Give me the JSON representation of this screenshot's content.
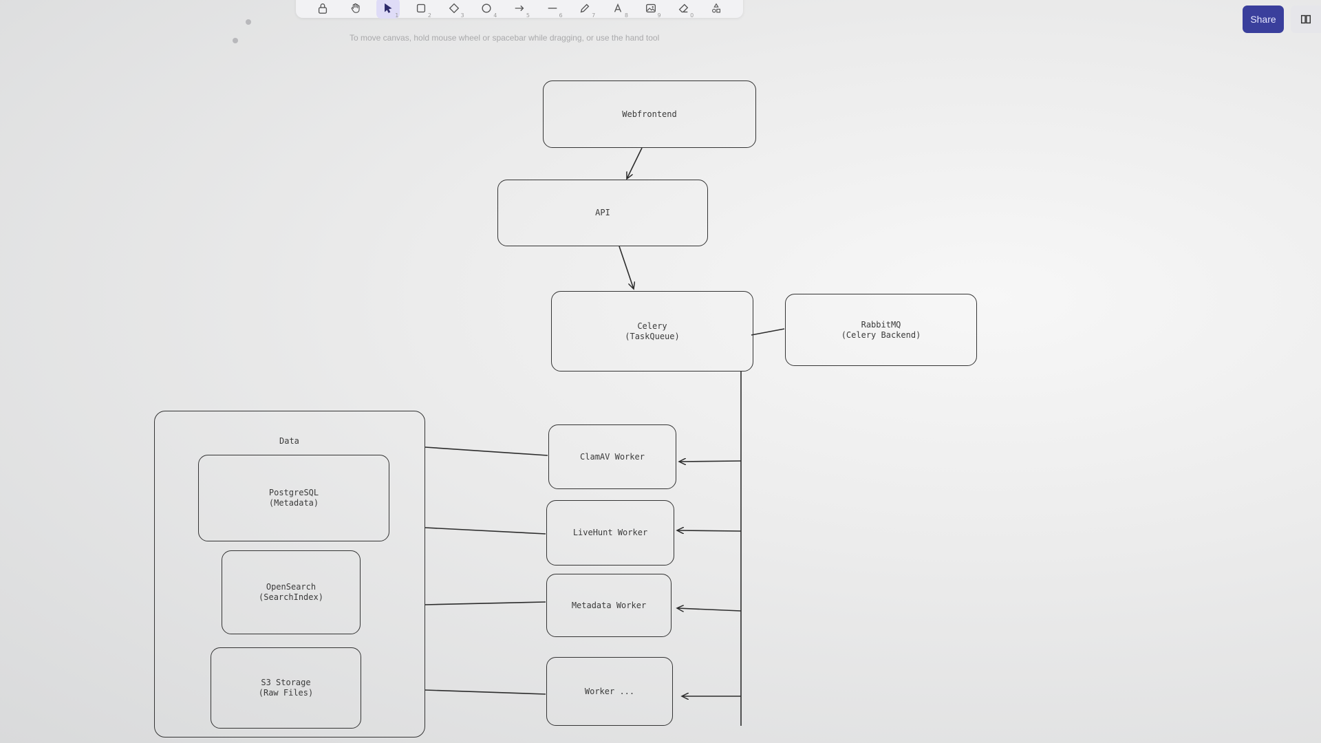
{
  "toolbar": {
    "tools": [
      {
        "name": "lock-tool",
        "key": ""
      },
      {
        "name": "hand-tool",
        "key": ""
      },
      {
        "name": "selection-tool",
        "key": "1"
      },
      {
        "name": "rectangle-tool",
        "key": "2"
      },
      {
        "name": "diamond-tool",
        "key": "3"
      },
      {
        "name": "ellipse-tool",
        "key": "4"
      },
      {
        "name": "arrow-tool",
        "key": "5"
      },
      {
        "name": "line-tool",
        "key": "6"
      },
      {
        "name": "draw-tool",
        "key": "7"
      },
      {
        "name": "text-tool",
        "key": "8"
      },
      {
        "name": "image-tool",
        "key": "9"
      },
      {
        "name": "eraser-tool",
        "key": "0"
      },
      {
        "name": "extra-tools",
        "key": ""
      }
    ],
    "active_tool": "selection-tool"
  },
  "hint": "To move canvas, hold mouse wheel or spacebar while dragging, or use the hand tool",
  "header": {
    "share_label": "Share"
  },
  "diagram": {
    "webfrontend": "Webfrontend",
    "api": "API",
    "celery": "Celery\n(TaskQueue)",
    "rabbitmq": "RabbitMQ\n(Celery Backend)",
    "data_container": "Data",
    "postgres": "PostgreSQL\n(Metadata)",
    "opensearch": "OpenSearch\n(SearchIndex)",
    "s3": "S3 Storage\n(Raw Files)",
    "clamav_worker": "ClamAV Worker",
    "livehunt_worker": "LiveHunt Worker",
    "metadata_worker": "Metadata Worker",
    "generic_worker": "Worker ..."
  },
  "colors": {
    "accent": "#3a3f9c",
    "active_tool_bg": "#dfdcf7",
    "stroke": "#333333"
  }
}
